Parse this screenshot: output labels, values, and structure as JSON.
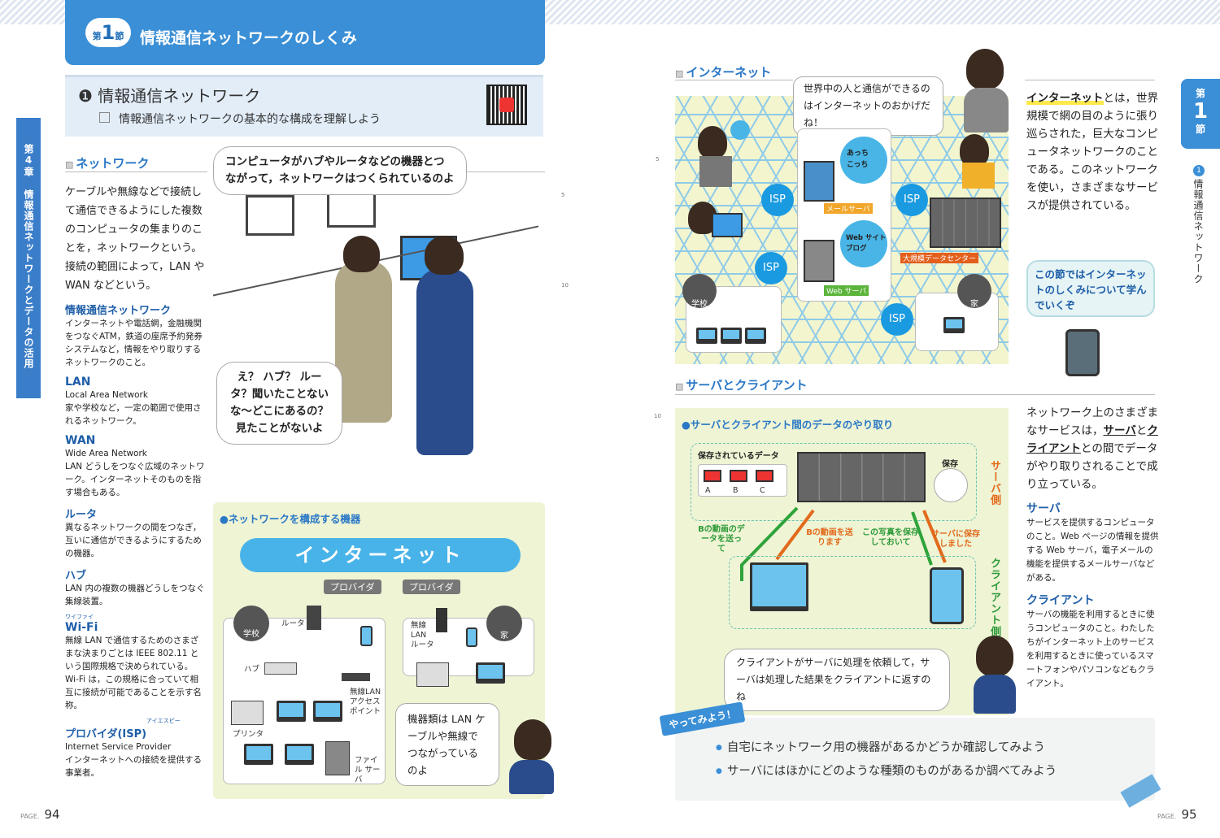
{
  "header": {
    "section_prefix": "第",
    "section_number": "1",
    "section_suffix": "節",
    "title": "情報通信ネットワークのしくみ"
  },
  "subsection": {
    "number": "1",
    "title": "情報通信ネットワーク",
    "goal": "情報通信ネットワークの基本的な構成を理解しよう"
  },
  "chapter_tab": "第4章 情報通信ネットワークとデータの活用",
  "network": {
    "heading": "ネットワーク",
    "body": "ケーブルや無線などで接続して通信できるようにした複数のコンピュータの集まりのことを，ネットワークという。接続の範囲によって，LAN や WAN などという。"
  },
  "glossary": [
    {
      "term": "情報通信ネットワーク",
      "desc": "インターネットや電話網，金融機関をつなぐATM，鉄道の座席予約発券システムなど，情報をやり取りするネットワークのこと。"
    },
    {
      "term": "LAN",
      "sub": "Local Area Network",
      "desc": "家や学校など，一定の範囲で使用されるネットワーク。"
    },
    {
      "term": "WAN",
      "sub": "Wide Area Network",
      "desc": "LAN どうしをつなぐ広域のネットワーク。インターネットそのものを指す場合もある。"
    },
    {
      "term": "ルータ",
      "desc": "異なるネットワークの間をつなぎ，互いに通信ができるようにするための機器。"
    },
    {
      "term": "ハブ",
      "desc": "LAN 内の複数の機器どうしをつなぐ集線装置。"
    },
    {
      "term": "Wi-Fi",
      "ruby": "ワイファイ",
      "desc": "無線 LAN で通信するためのさまざまな決まりごとは IEEE 802.11 という国際規格で決められている。Wi-Fi は，この規格に合っていて相互に接続が可能であることを示す名称。"
    },
    {
      "term": "プロバイダ(ISP)",
      "ruby": "アイエスピー",
      "sub": "Internet Service Provider",
      "desc": "インターネットへの接続を提供する事業者。"
    }
  ],
  "scene": {
    "bubble_top": "コンピュータがハブやルータなどの機器とつながって，ネットワークはつくられているのよ",
    "bubble_bottom": "え？ ハブ？ ルータ？聞いたことないな～どこにあるの？見たことがないよ"
  },
  "devices": {
    "title": "●ネットワークを構成する機器",
    "cloud": "インターネット",
    "provider1": "プロバイダ",
    "provider2": "プロバイダ",
    "school": "学校",
    "router": "ルータ",
    "hub": "ハブ",
    "printer": "プリンタ",
    "wifi_ap": "無線LAN アクセス ポイント",
    "file_server": "ファイル サーバ",
    "home": "家",
    "wifi_router": "無線 LAN ルータ",
    "bubble": "機器類は LAN ケーブルや無線でつながっているのよ"
  },
  "page_left": {
    "prefix": "PAGE.",
    "number": "94"
  },
  "line_numbers": [
    "5",
    "10",
    "5",
    "10"
  ],
  "internet": {
    "heading": "インターネット",
    "bubble": "世界中の人と通信ができるのはインターネットのおかげだね！",
    "isp": "ISP",
    "mail_msgs": [
      "あっち",
      "こっち"
    ],
    "mail_server": "メールサーバ",
    "web_msgs": [
      "Web サイト",
      "ブログ"
    ],
    "web_server": "Web サーバ",
    "datacenter": "大規模データセンター",
    "school": "学校",
    "home": "家",
    "body_keyword": "インターネット",
    "body": "とは，世界規模で網の目のように張り巡らされた，巨大なコンピュータネットワークのことである。このネットワークを使い，さまざまなサービスが提供されている。",
    "note": "この節ではインターネットのしくみについて学んでいくぞ"
  },
  "side_tab": {
    "prefix": "第",
    "number": "1",
    "suffix": "節",
    "label": "情報通信ネットワーク",
    "label_number": "1"
  },
  "server_client": {
    "heading": "サーバとクライアント",
    "diagram_title": "●サーバとクライアント間のデータのやり取り",
    "stored": "保存されているデータ",
    "files": [
      "A",
      "B",
      "C"
    ],
    "save": "保存",
    "server_side": "サーバ側",
    "client_side": "クライアント側",
    "arrow1": "Bの動画のデータを送って",
    "arrow2": "Bの動画を送ります",
    "arrow3": "この写真を保存しておいて",
    "arrow4": "サーバに保存しました",
    "bubble": "クライアントがサーバに処理を依頼して，サーバは処理した結果をクライアントに返すのね",
    "body_pre": "ネットワーク上のさまざまなサービスは，",
    "kw1": "サーバ",
    "mid1": "と",
    "kw2": "クライアント",
    "body_post": "との間でデータがやり取りされることで成り立っている。",
    "terms": [
      {
        "term": "サーバ",
        "desc": "サービスを提供するコンピュータのこと。Web ページの情報を提供する Web サーバ，電子メールの機能を提供するメールサーバなどがある。"
      },
      {
        "term": "クライアント",
        "desc": "サーバの機能を利用するときに使うコンピュータのこと。わたしたちがインターネット上のサービスを利用するときに使っているスマートフォンやパソコンなどもクライアント。"
      }
    ]
  },
  "try": {
    "label": "やってみよう！",
    "items": [
      "自宅にネットワーク用の機器があるかどうか確認してみよう",
      "サーバにはほかにどのような種類のものがあるか調べてみよう"
    ]
  },
  "page_right": {
    "prefix": "PAGE.",
    "number": "95"
  },
  "colors": {
    "accent": "#3a8fd6",
    "heading": "#2a78c6",
    "term": "#1e5ea8",
    "panel_green": "#eef4d4",
    "isp": "#1a9ae0",
    "orange": "#e36a1c",
    "green": "#2f9a3b"
  }
}
